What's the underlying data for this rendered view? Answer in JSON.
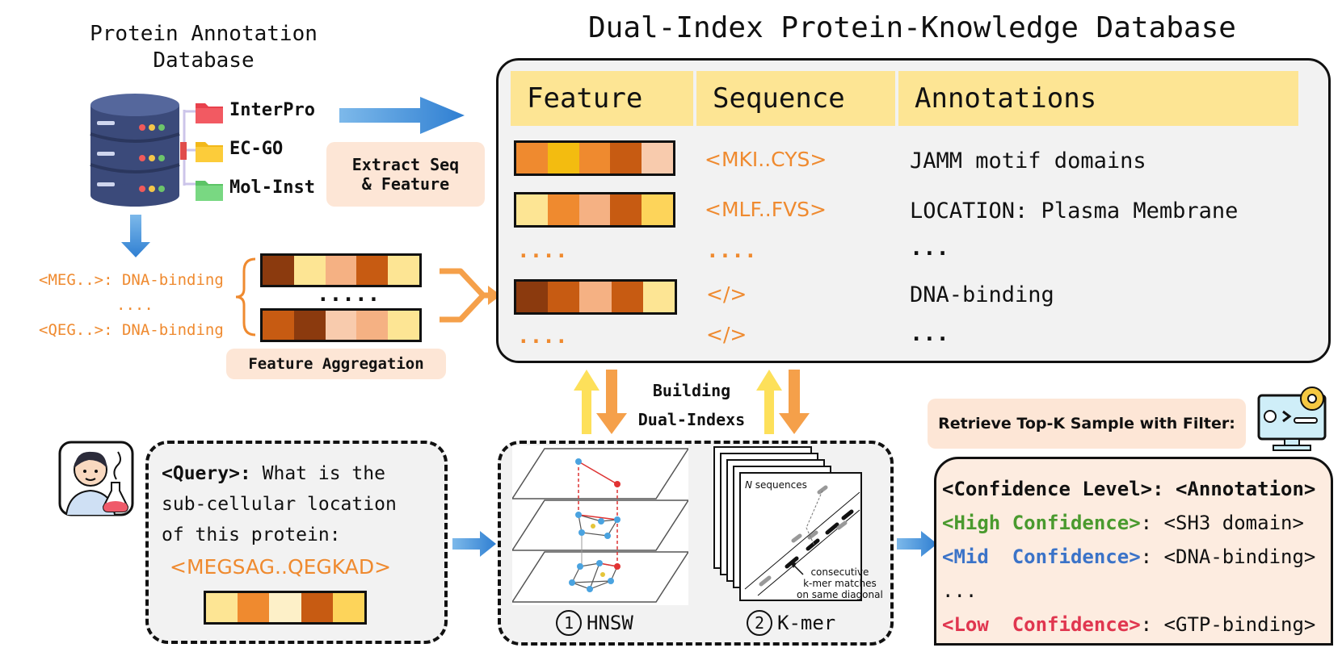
{
  "source_db": {
    "title_line1": "Protein Annotation",
    "title_line2": "Database",
    "items": [
      "InterPro",
      "EC-GO",
      "Mol-Inst"
    ]
  },
  "extract_label_line1": "Extract Seq",
  "extract_label_line2": "& Feature",
  "samples": {
    "line1": "<MEG..>: DNA-binding",
    "ellipsis": "....",
    "line2": "<QEG..>: DNA-binding"
  },
  "aggregation": {
    "label": "Feature Aggregation",
    "ellipsis": "....."
  },
  "knowledge_db": {
    "title": "Dual-Index Protein-Knowledge Database",
    "headers": [
      "Feature",
      "Sequence",
      "Annotations"
    ],
    "rows": [
      {
        "sequence": "<MKI..CYS>",
        "annotation": "JAMM motif domains"
      },
      {
        "sequence": "<MLF..FVS>",
        "annotation": "LOCATION: Plasma Membrane"
      },
      {
        "feature_text": "....",
        "sequence": "....",
        "annotation": "..."
      },
      {
        "sequence": "</>",
        "annotation": "DNA-binding"
      },
      {
        "feature_text": "....",
        "sequence": "</>",
        "annotation": "..."
      }
    ]
  },
  "building": {
    "line1": "Building",
    "line2": "Dual-Indexs"
  },
  "query": {
    "label": "<Query>:",
    "text_line1": " What is the",
    "text_line2": "sub-cellular location",
    "text_line3": "of this protein:",
    "sequence": "<MEGSAG..QEGKAD>"
  },
  "indexes": {
    "hnsw_num": "1",
    "hnsw_label": "HNSW",
    "kmer_num": "2",
    "kmer_label": "K-mer",
    "kmer_n": "N",
    "kmer_sequences": " sequences",
    "kmer_note_line1": "consecutive",
    "kmer_note_line2": "k-mer matches",
    "kmer_note_line3": "on same diagonal"
  },
  "retrieve": {
    "label": "Retrieve Top-K Sample with Filter:",
    "header": "<Confidence Level>: <Annotation>",
    "high_label": "<High Confidence>",
    "high_value": ": <SH3 domain>",
    "mid_label": "<Mid  Confidence>",
    "mid_value": ": <DNA-binding>",
    "ellipsis": "...",
    "low_label": "<Low  Confidence>",
    "low_value": ": <GTP-binding>"
  },
  "colors": {
    "orange": "#ef8a2f",
    "header_yellow": "#fde594",
    "pill_peach": "#fde6d6",
    "blue_arrow": "#3f8fd8",
    "green": "#4a9a2e",
    "blue_text": "#3b73c8",
    "red_text": "#e0364f"
  }
}
